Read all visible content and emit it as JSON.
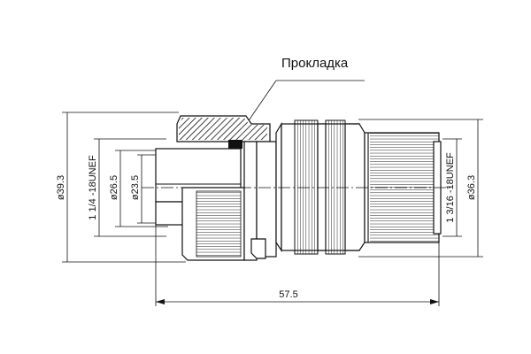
{
  "title_label": "Прокладка",
  "dimensions": {
    "d39_3": "ø39.3",
    "thread_left": "1 1/4 -18UNEF",
    "d26_5": "ø26.5",
    "d23_5": "ø23.5",
    "thread_right": "1 3/16 -18UNEF",
    "d36_3": "ø36.3",
    "length": "57.5"
  },
  "colors": {
    "line": "#111111",
    "background": "#ffffff"
  }
}
